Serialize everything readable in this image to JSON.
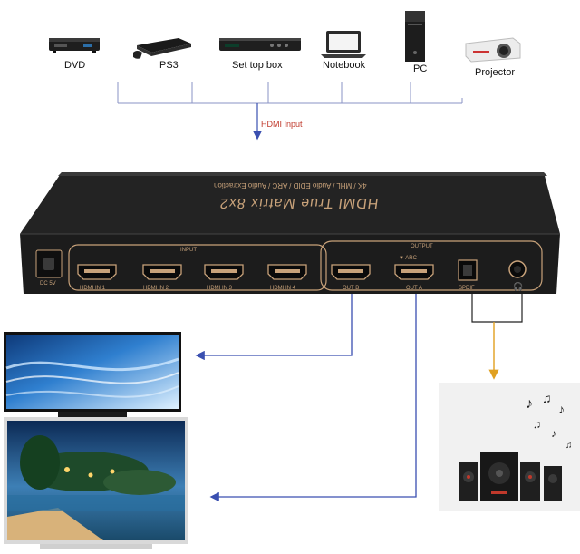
{
  "sources": {
    "dvd": "DVD",
    "ps3": "PS3",
    "set_top_box": "Set top box",
    "notebook": "Notebook",
    "pc": "PC",
    "projector": "Projector"
  },
  "hdmi_input_label": "HDMI Input",
  "device": {
    "title": "HDMI True Matrix 8x2",
    "subtitle": "4K / MHL / Audio EDID / ARC / Audio Extraction",
    "input_group_label": "INPUT",
    "output_group_label": "OUTPUT",
    "power_label": "DC 5V",
    "ports": [
      "HDMI IN 1",
      "HDMI IN 2",
      "HDMI IN 3",
      "HDMI IN 4"
    ],
    "out_b": "OUT B",
    "out_a": "OUT A",
    "arc_label": "▼ ARC",
    "spdif": "SPDIF",
    "headphone_icon": "headphone-icon"
  },
  "colors": {
    "hdmi_arrow": "#3a4fb0",
    "audio_arrow": "#e0a020",
    "hdmi_label": "#c0392b",
    "device_body": "#1c1c1c",
    "device_accent": "#c8a27a"
  }
}
